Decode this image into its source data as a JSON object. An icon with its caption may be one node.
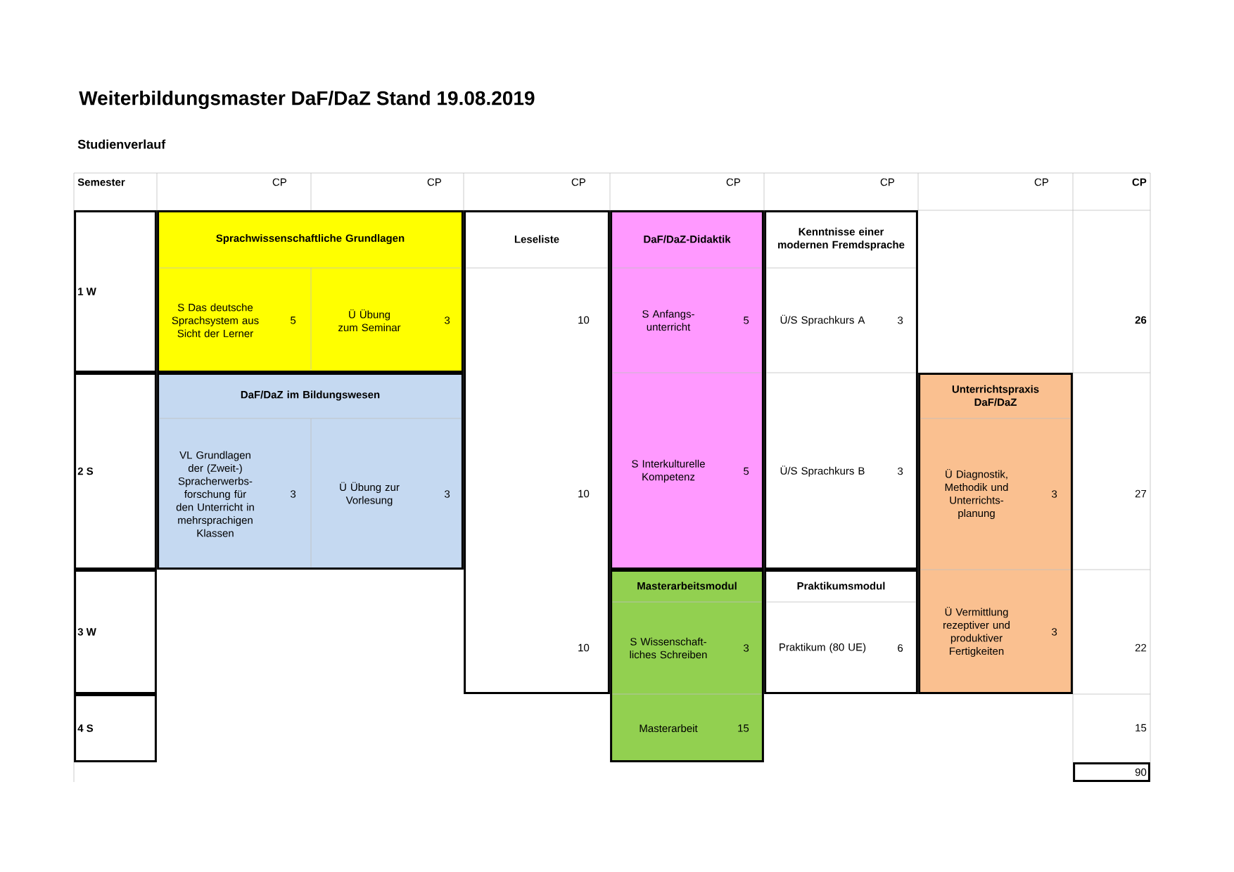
{
  "diagram": {
    "title": "Weiterbildungsmaster DaF/DaZ Stand 19.08.2019",
    "nodes": [
      {
        "text": [
          "Sprachwissenschaftliche Grundlagen"
        ]
      },
      {
        "text": [
          "S Das deutsche Sprachsystem aus Sicht der Lerner",
          "5"
        ],
        "in": 0
      },
      {
        "text": [
          "Ü Übung zum Seminar",
          "3"
        ],
        "in": 0
      },
      {
        "text": [
          "Leseliste",
          "10",
          "10",
          "10"
        ]
      },
      {
        "text": [
          "DaF/DaZ-Didaktik"
        ]
      },
      {
        "text": [
          "S Anfangs- unterricht",
          "5"
        ],
        "in": 4
      },
      {
        "text": [
          "S Interkulturelle Kompetenz",
          "5"
        ],
        "in": 4
      },
      {
        "text": [
          "Kenntnisse einer modernen Fremdsprache"
        ]
      },
      {
        "text": [
          "Ü/S Sprachkurs A",
          "3"
        ],
        "in": 7
      },
      {
        "text": [
          "Ü/S Sprachkurs B",
          "3"
        ],
        "in": 7
      },
      {
        "text": [
          "DaF/DaZ im Bildungswesen"
        ]
      },
      {
        "text": [
          "VL Grundlagen der (Zweit-) Spracherwerbs- forschung für den Unterricht in mehrsprachigen Klassen",
          "3"
        ],
        "in": 10
      },
      {
        "text": [
          "Ü Übung zur Vorlesung",
          "3"
        ],
        "in": 10
      },
      {
        "text": [
          "Unterrichtspraxis DaF/DaZ"
        ]
      },
      {
        "text": [
          "Ü Diagnostik, Methodik und Unterrichts- planung",
          "3"
        ],
        "in": 13
      },
      {
        "text": [
          "Ü Vermittlung rezeptiver und produktiver Fertigkeiten",
          "3"
        ],
        "in": 13
      },
      {
        "text": [
          "Masterarbeitsmodul"
        ]
      },
      {
        "text": [
          "S Wissenschaft- liches Schreiben",
          "3"
        ],
        "in": 16
      },
      {
        "text": [
          "Masterarbeit",
          "15"
        ],
        "in": 16
      },
      {
        "text": [
          "Praktikumsmodul"
        ]
      },
      {
        "text": [
          "Praktikum (80 UE)",
          "6"
        ],
        "in": 19
      },
      {
        "text": [
          "1 W"
        ]
      },
      {
        "text": [
          "2 S"
        ]
      },
      {
        "text": [
          "3 W"
        ]
      },
      {
        "text": [
          "4 S"
        ]
      },
      {
        "text": [
          "90"
        ]
      }
    ],
    "labels": [
      "Studienverlauf",
      "Semester",
      "CP",
      "CP",
      "CP",
      "CP",
      "CP",
      "CP",
      "CP",
      "26",
      "27",
      "22",
      "15"
    ]
  }
}
